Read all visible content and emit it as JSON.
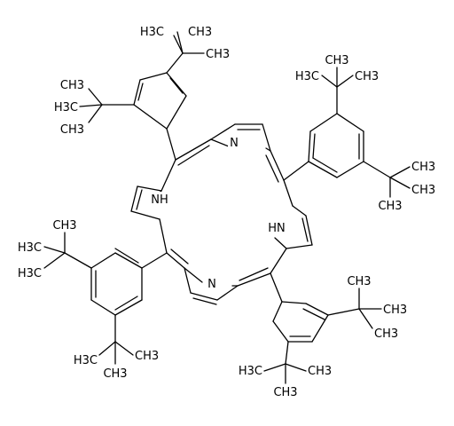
{
  "labels": {
    "n_top": "N",
    "nh_left": "NH",
    "hn_right": "HN",
    "n_bottom": "N",
    "ch3": "CH3",
    "h3c": "H3C"
  }
}
